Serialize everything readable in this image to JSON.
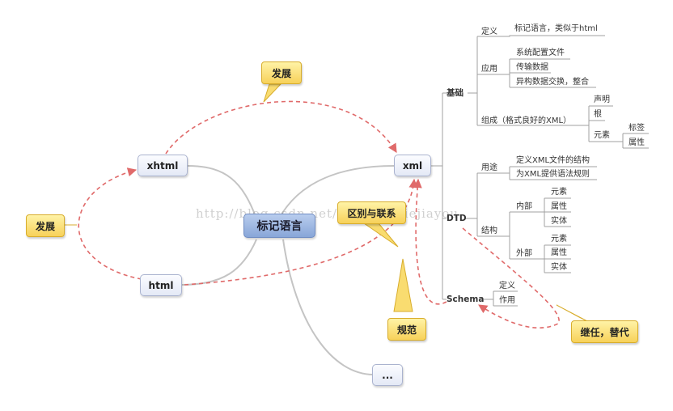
{
  "center": "标记语言",
  "nodes": {
    "xhtml": "xhtml",
    "html": "html",
    "xml": "xml",
    "more": "..."
  },
  "callouts": {
    "develop_top": "发展",
    "develop_left": "发展",
    "diff_relation": "区别与联系",
    "standard": "规范",
    "inherit": "继任，替代"
  },
  "watermark": "http://blog.csdn.net/zhanggaijiejiayou",
  "xml_tree": {
    "basics": {
      "label": "基础",
      "definition": "定义",
      "definition_text": "标记语言，类似于html",
      "application": "应用",
      "applications": [
        "系统配置文件",
        "传输数据",
        "异构数据交换，整合"
      ],
      "composition": "组成（格式良好的XML）",
      "composition_items": [
        "声明",
        "根",
        "元素"
      ],
      "element_items": [
        "标签",
        "属性"
      ]
    },
    "dtd": {
      "label": "DTD",
      "usage": "用途",
      "usages": [
        "定义XML文件的结构",
        "为XML提供语法规则"
      ],
      "structure": "结构",
      "internal": "内部",
      "internal_items": [
        "元素",
        "属性",
        "实体"
      ],
      "external": "外部",
      "external_items": [
        "元素",
        "属性",
        "实体"
      ]
    },
    "schema": {
      "label": "Schema",
      "items": [
        "定义",
        "作用"
      ]
    }
  }
}
